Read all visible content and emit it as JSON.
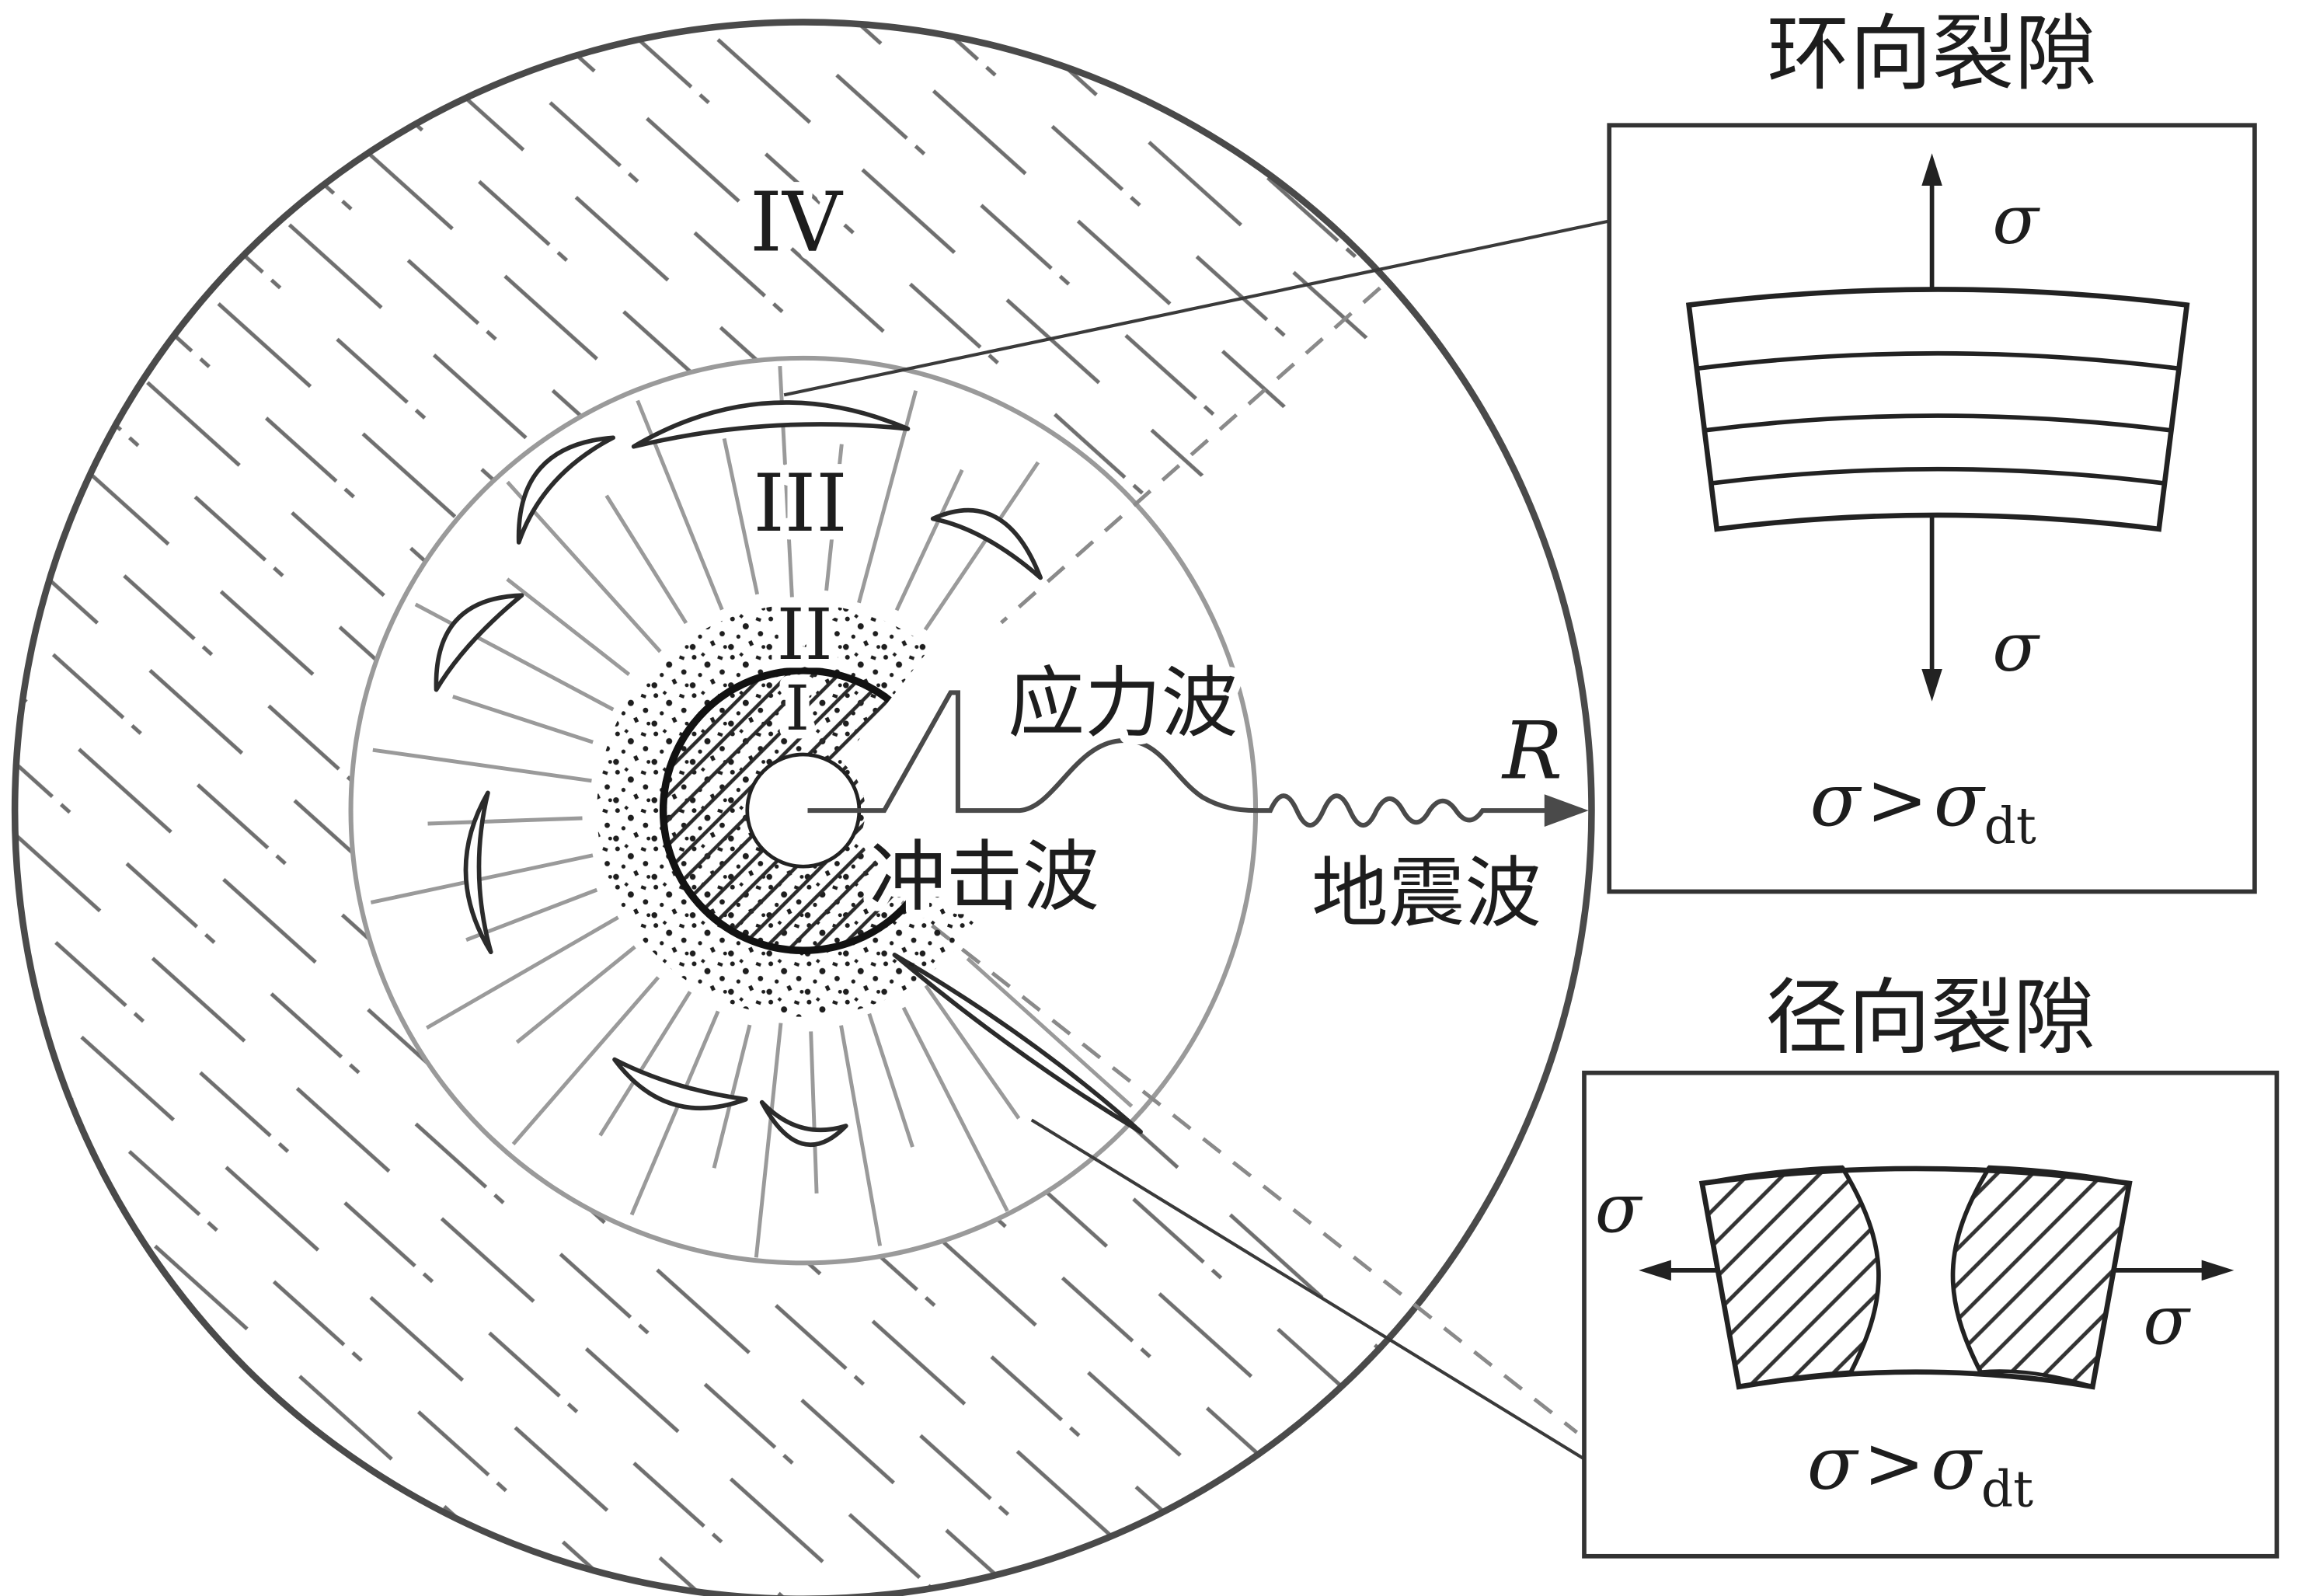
{
  "figure": {
    "zone_labels": {
      "i": "I",
      "ii": "II",
      "iii": "III",
      "iv": "IV"
    },
    "wave_labels": {
      "stress": "应力波",
      "shock": "冲击波",
      "seismic": "地震波",
      "radius_symbol": "R"
    },
    "hoop_inset": {
      "title": "环向裂隙",
      "sigma": "σ",
      "gt_symbol": ">",
      "subscript": "dt"
    },
    "radial_inset": {
      "title": "径向裂隙",
      "sigma": "σ",
      "gt_symbol": ">",
      "subscript": "dt"
    },
    "colors": {
      "dark_line": "#3a3a3a",
      "gray_line": "#979797",
      "ring_black": "#121212"
    }
  }
}
